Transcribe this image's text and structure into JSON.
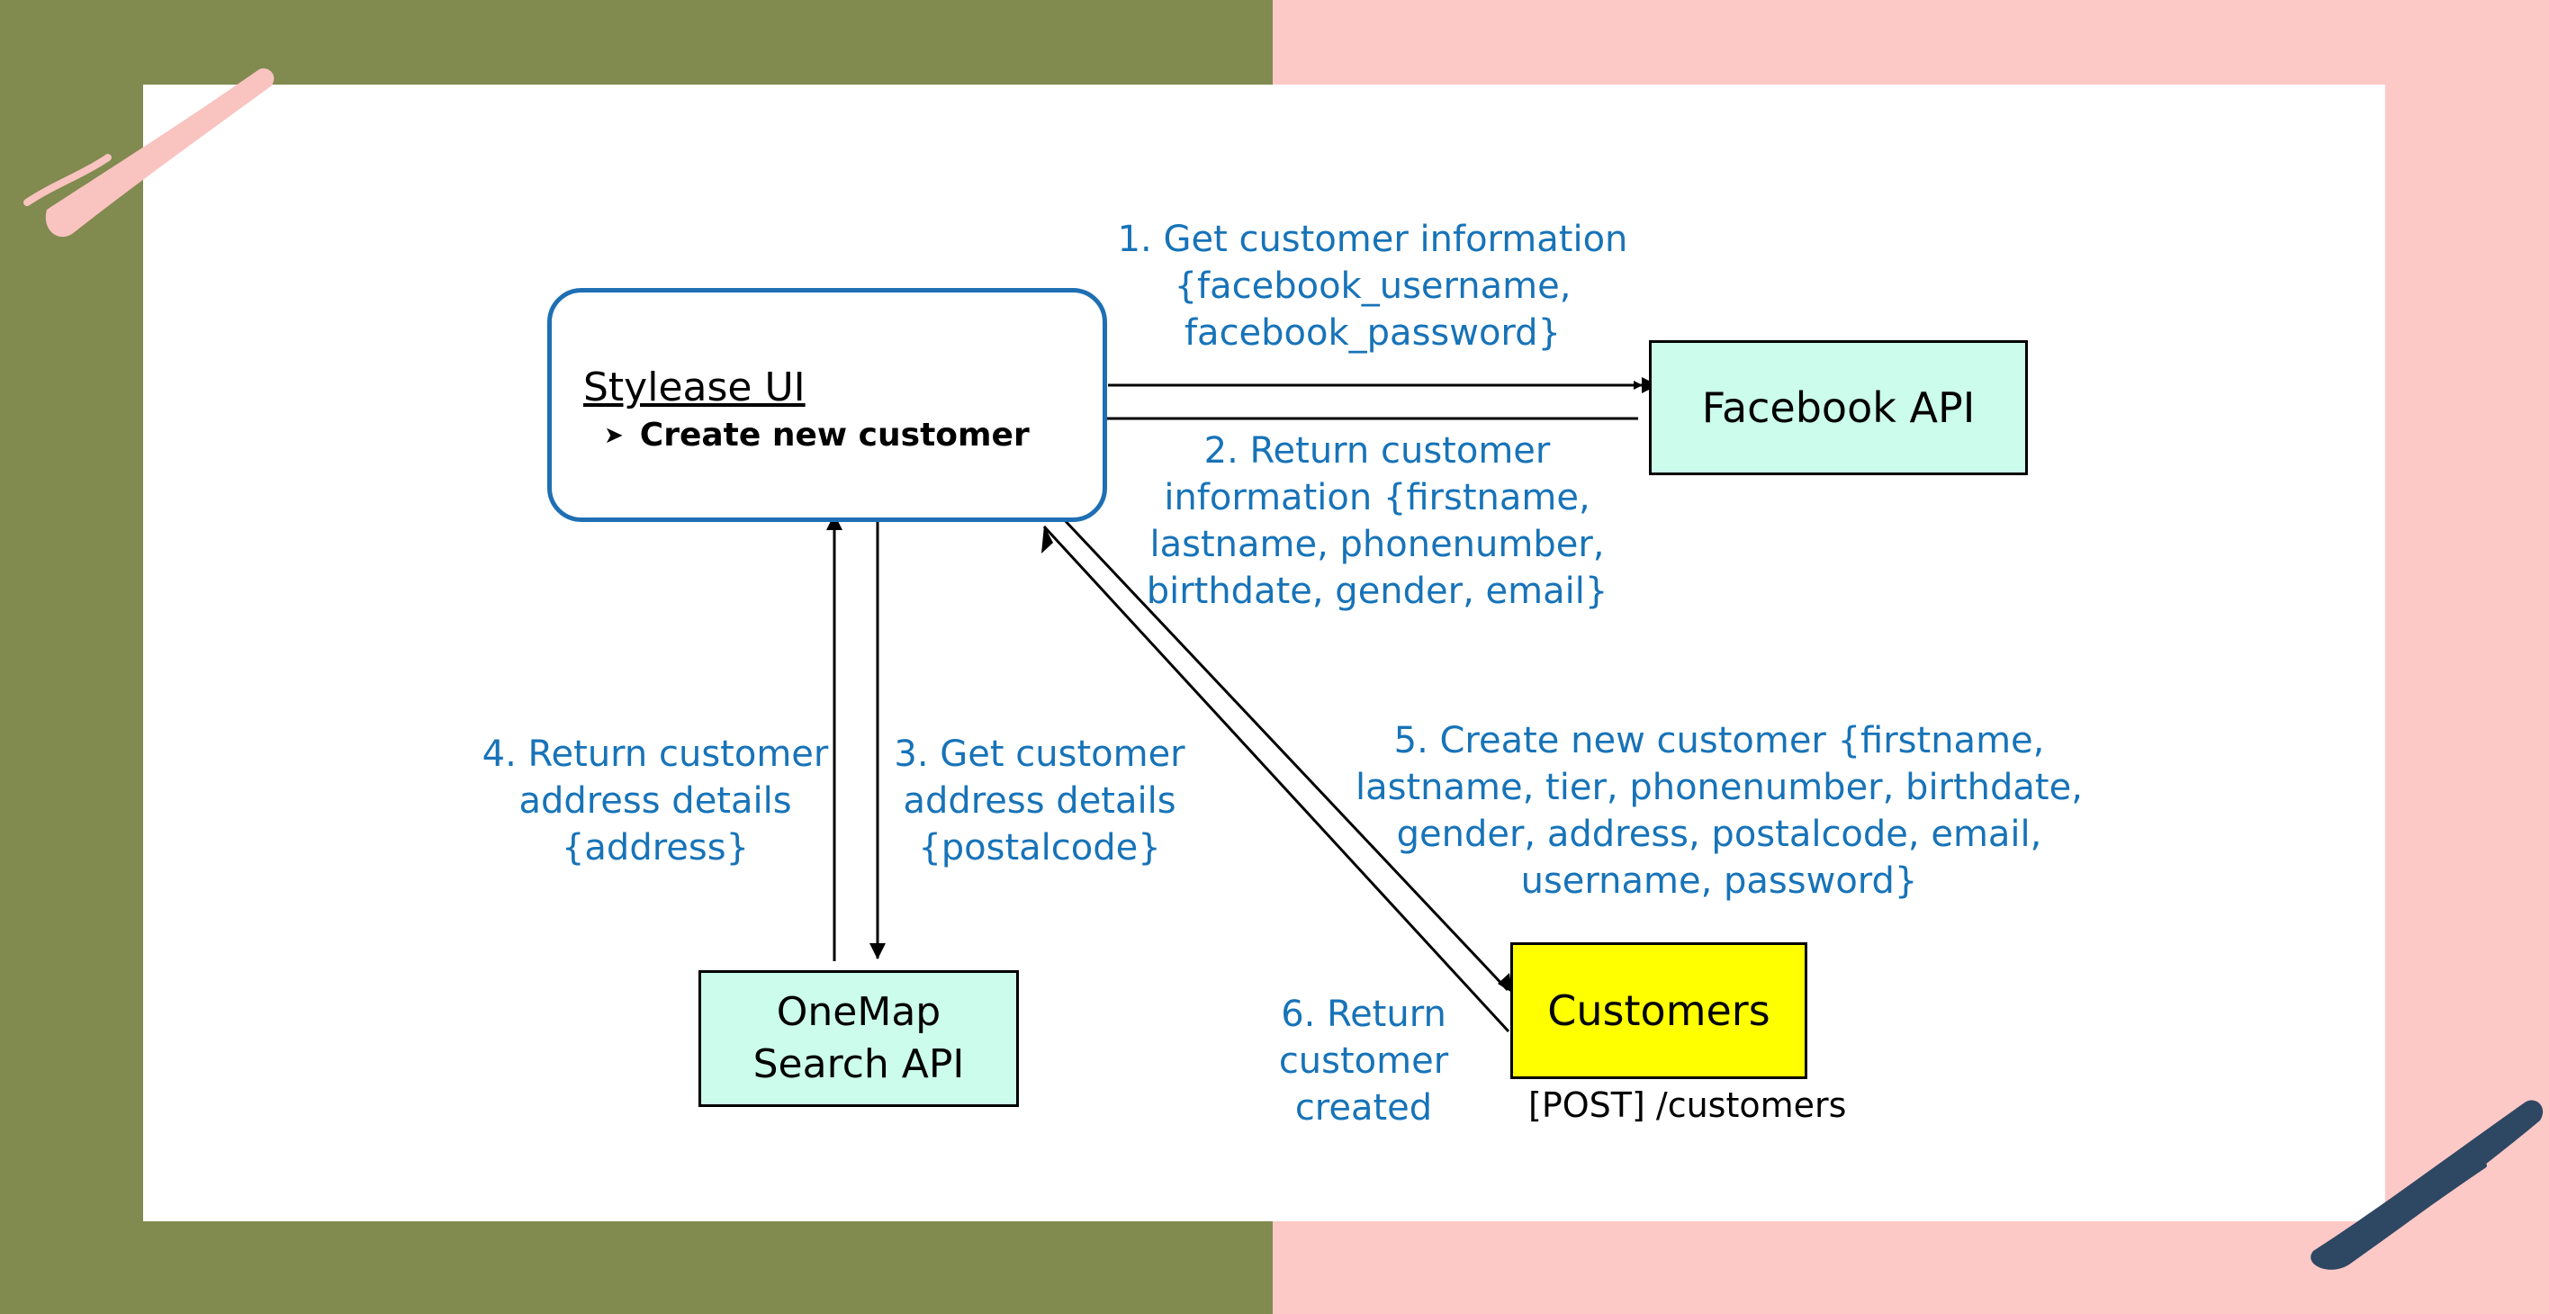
{
  "colors": {
    "background_left": "#818a4f",
    "background_right": "#fdc9c6",
    "slide": "#ffffff",
    "label_text": "#1773b8",
    "ui_box_border": "#1e6fb3",
    "api_box_fill": "#ccfcec",
    "customers_box_fill": "#ffff00",
    "brush_pink": "#f9c3c0",
    "brush_navy": "#2e4763"
  },
  "ui_box": {
    "title": "Stylease UI",
    "bullet_icon": "arrowhead-bullet-icon",
    "bullet": "Create new customer"
  },
  "nodes": {
    "facebook": "Facebook API",
    "onemap_line1": "OneMap",
    "onemap_line2": "Search API",
    "customers": "Customers",
    "customers_endpoint": "[POST] /customers"
  },
  "labels": {
    "step1": "1. Get customer information\n{facebook_username,\nfacebook_password}",
    "step2": "2. Return customer\ninformation {firstname,\nlastname, phonenumber,\nbirthdate, gender, email}",
    "step3": "3. Get customer\naddress details\n{postalcode}",
    "step4": "4. Return customer\naddress details\n{address}",
    "step5": "5. Create new customer {firstname,\nlastname, tier, phonenumber, birthdate,\ngender, address, postalcode, email,\nusername, password}",
    "step6": "6. Return\ncustomer\ncreated"
  },
  "decorations": [
    "pink-brush-stroke",
    "navy-brush-stroke"
  ]
}
